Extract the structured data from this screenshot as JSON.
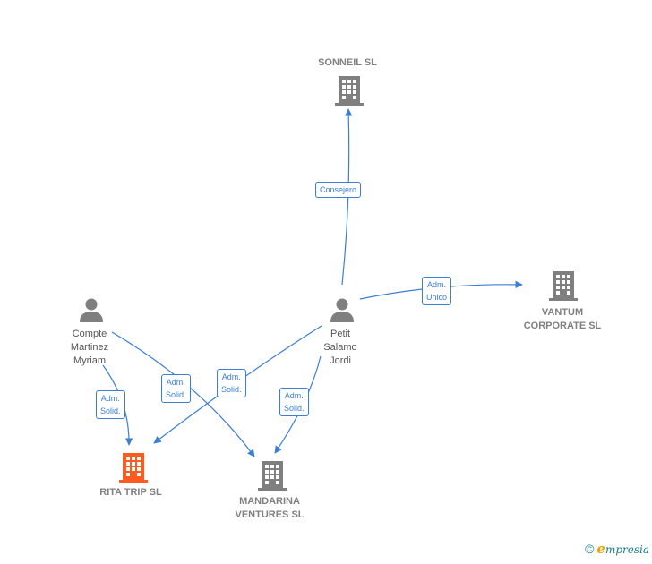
{
  "nodes": {
    "sonneil": {
      "label": "SONNEIL  SL",
      "kind": "company",
      "color": "#7f7f7f"
    },
    "vantum": {
      "label": "VANTUM\nCORPORATE SL",
      "kind": "company",
      "color": "#7f7f7f"
    },
    "rita": {
      "label": "RITA TRIP  SL",
      "kind": "company",
      "color": "#ff5a1f"
    },
    "mandarina": {
      "label": "MANDARINA\nVENTURES  SL",
      "kind": "company",
      "color": "#7f7f7f"
    },
    "compte": {
      "label": "Compte\nMartinez\nMyriam",
      "kind": "person",
      "color": "#7f7f7f"
    },
    "petit": {
      "label": "Petit\nSalamo\nJordi",
      "kind": "person",
      "color": "#7f7f7f"
    }
  },
  "relations": {
    "petit_sonneil": "Consejero",
    "petit_vantum": "Adm.\nUnico",
    "petit_rita": "Adm.\nSolid.",
    "petit_mandarina": "Adm.\nSolid.",
    "compte_rita": "Adm.\nSolid.",
    "compte_mandarina": "Adm.\nSolid."
  },
  "colors": {
    "edge": "#3a7fd5",
    "highlight": "#ff5a1f"
  },
  "footer": {
    "copyright": "©",
    "brand_first": "e",
    "brand_rest": "mpresia"
  }
}
